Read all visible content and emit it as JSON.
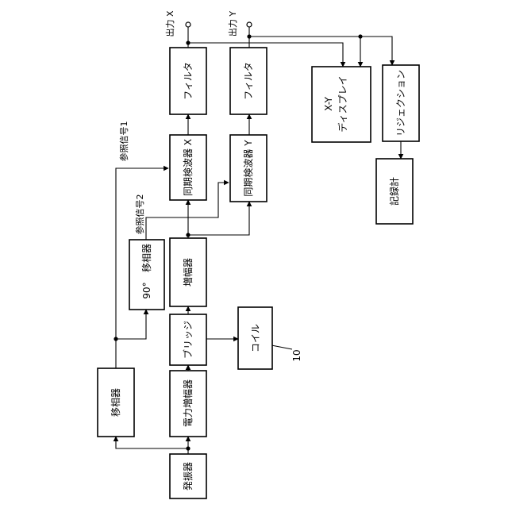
{
  "blocks": {
    "oscillator": "発振器",
    "power_amp": "電力増幅器",
    "bridge": "ブリッジ",
    "coil": "コイル",
    "phase_shifter": "移相器",
    "phase_90": "90°",
    "phase_90_label": "移相器",
    "amplifier": "増幅器",
    "sync_detector_x": "同期検波器 X",
    "sync_detector_y": "同期検波器 Y",
    "filter_x": "フィルタ",
    "filter_y": "フィルタ",
    "xy_display_line1": "X-Y",
    "xy_display_line2": "ディスプレイ",
    "rejection": "リジェクション",
    "recorder": "記録計"
  },
  "labels": {
    "ref_signal_1": "参照信号1",
    "ref_signal_2": "参照信号2",
    "output_x": "出力 X",
    "output_y": "出力 Y",
    "coil_number": "10"
  }
}
